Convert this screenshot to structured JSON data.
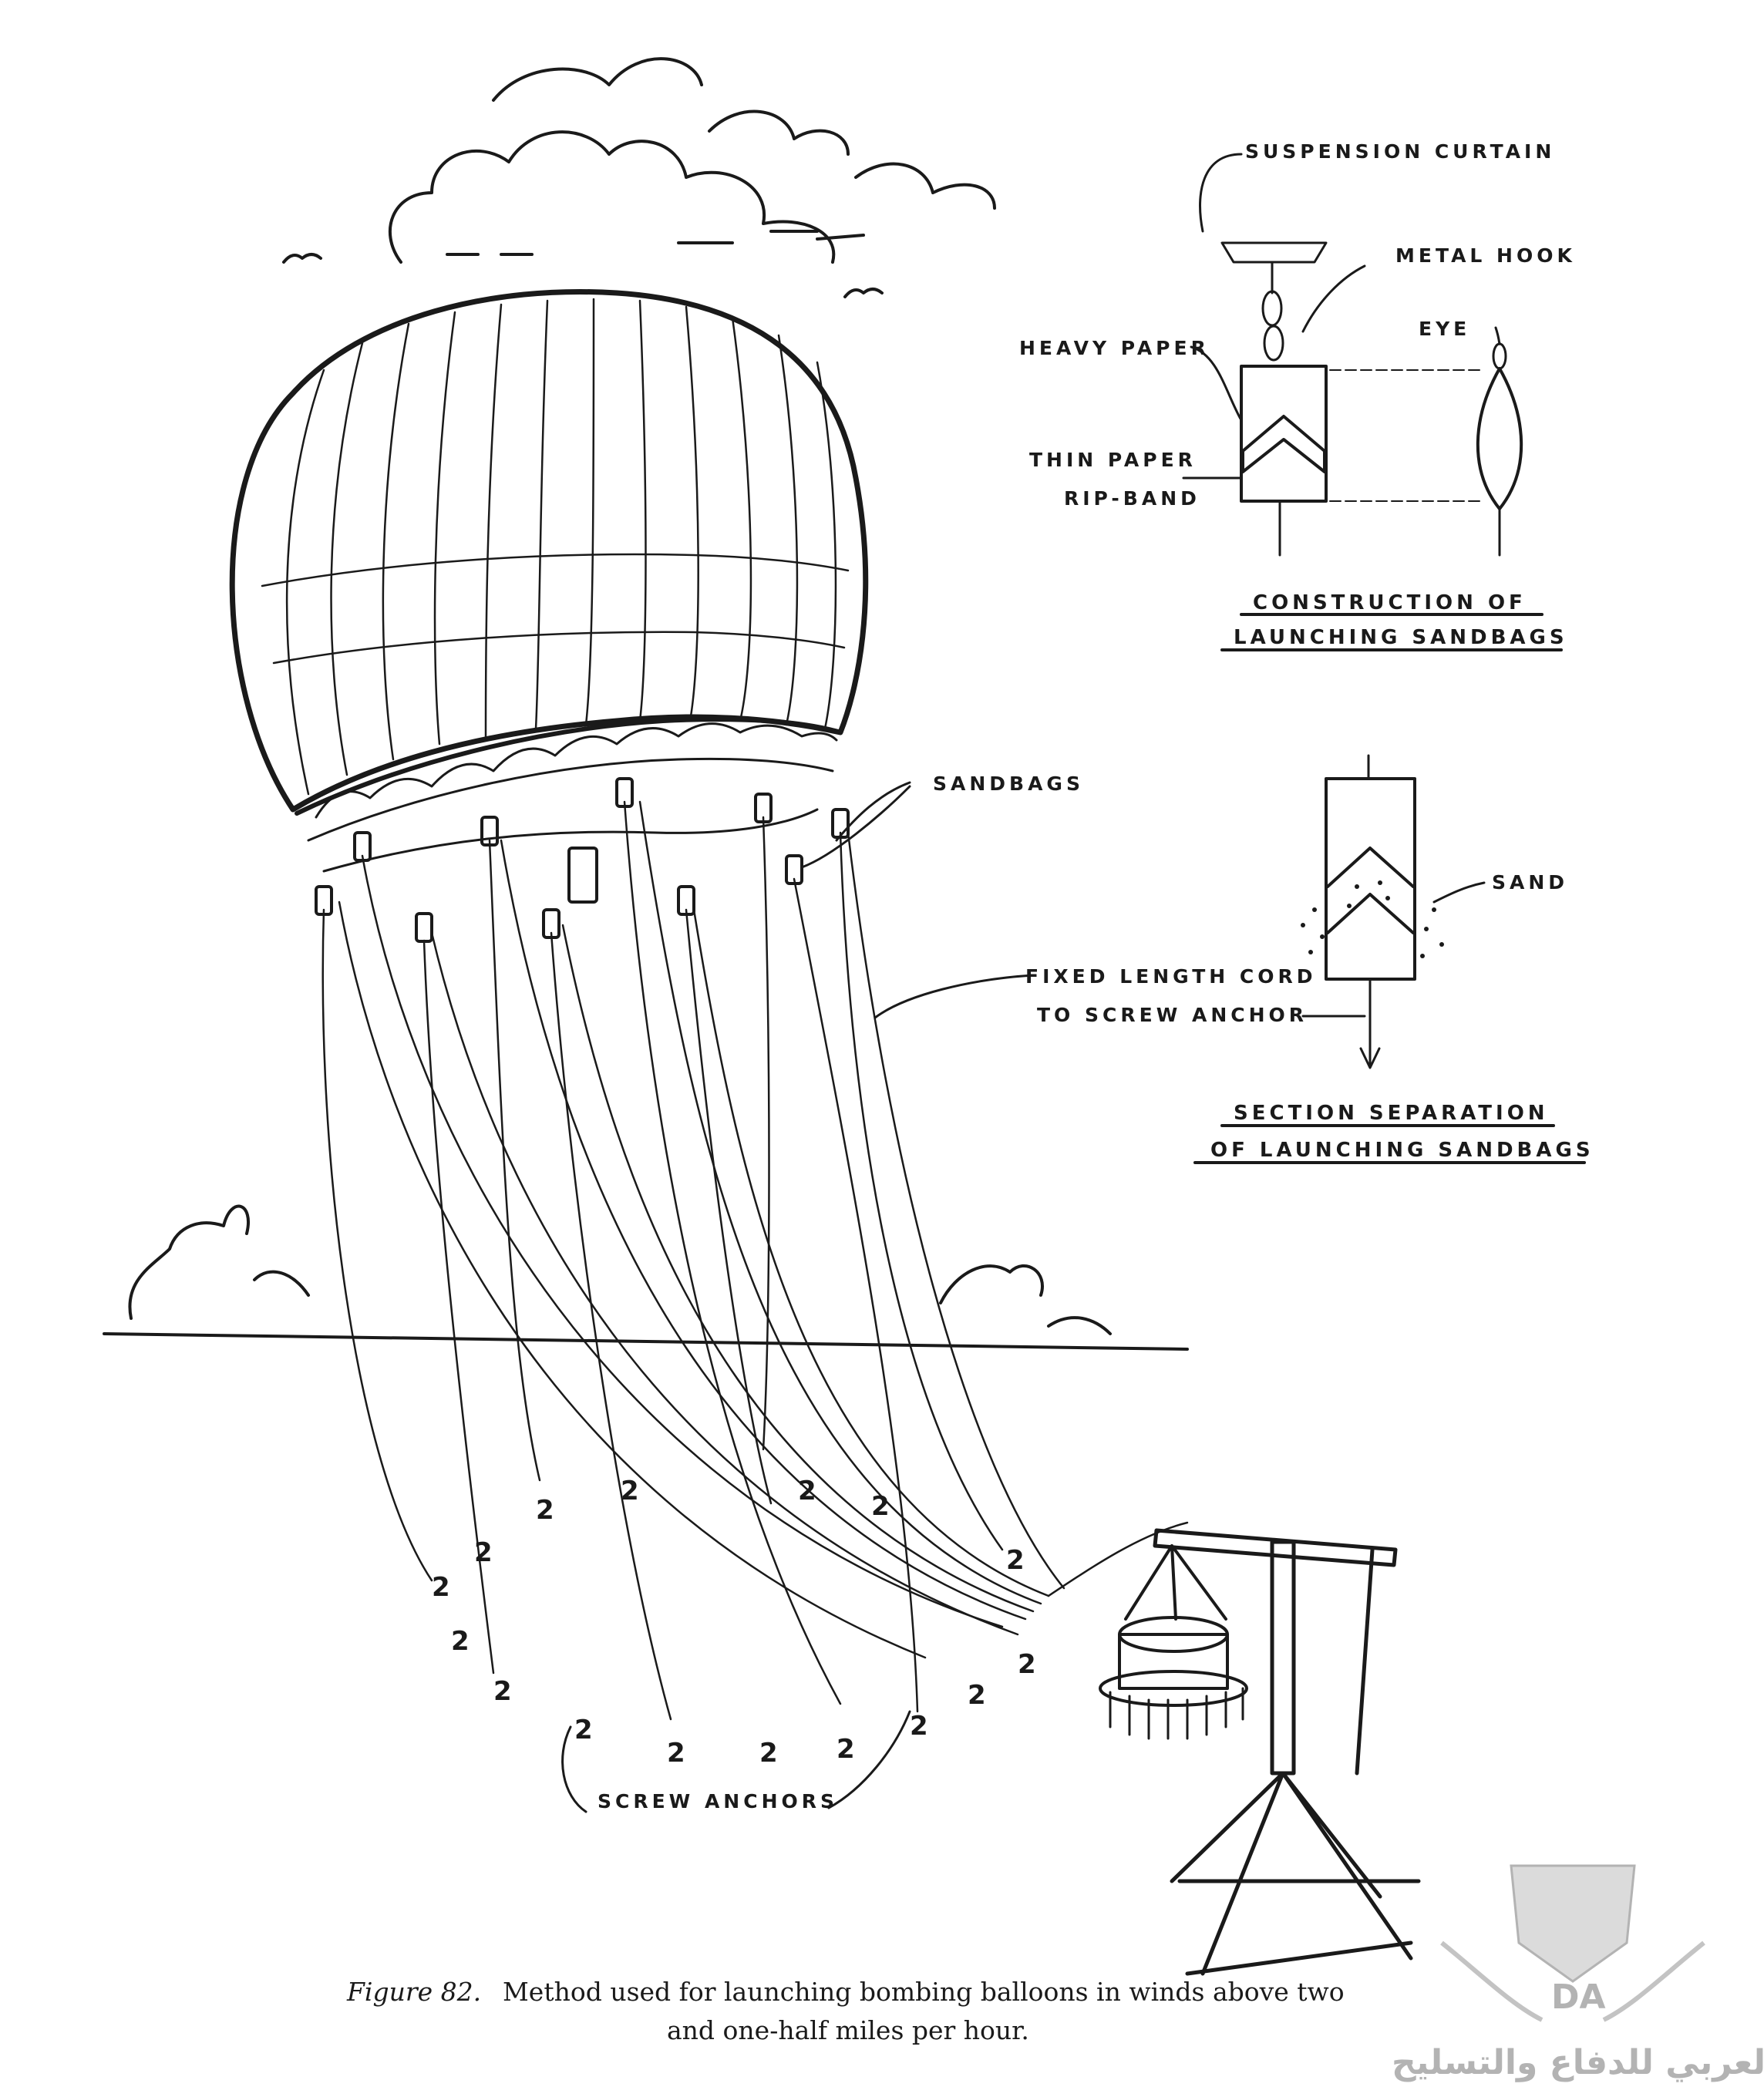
{
  "labels": {
    "suspension_curtain": "SUSPENSION CURTAIN",
    "metal_hook": "METAL HOOK",
    "heavy_paper": "HEAVY PAPER",
    "eye": "EYE",
    "thin_paper_1": "THIN PAPER",
    "thin_paper_2": "RIP-BAND",
    "construction_title_1": "CONSTRUCTION OF",
    "construction_title_2": "LAUNCHING SANDBAGS",
    "sandbags": "SANDBAGS",
    "sand": "SAND",
    "cord_1": "FIXED LENGTH CORD",
    "cord_2": "TO SCREW ANCHOR",
    "section_title_1": "SECTION SEPARATION",
    "section_title_2": "OF LAUNCHING SANDBAGS",
    "screw_anchors": "SCREW ANCHORS"
  },
  "anchor_mark": "2",
  "caption": {
    "figure": "Figure 82.",
    "line1": "Method used for launching bombing balloons in winds above two",
    "line2": "and one-half miles per hour."
  },
  "watermark": {
    "mark": "DA",
    "text": "المنتدى العربي للدفاع والتسليح"
  },
  "colors": {
    "ink": "#1a1a1a",
    "watermark": "#9a9a9a"
  }
}
